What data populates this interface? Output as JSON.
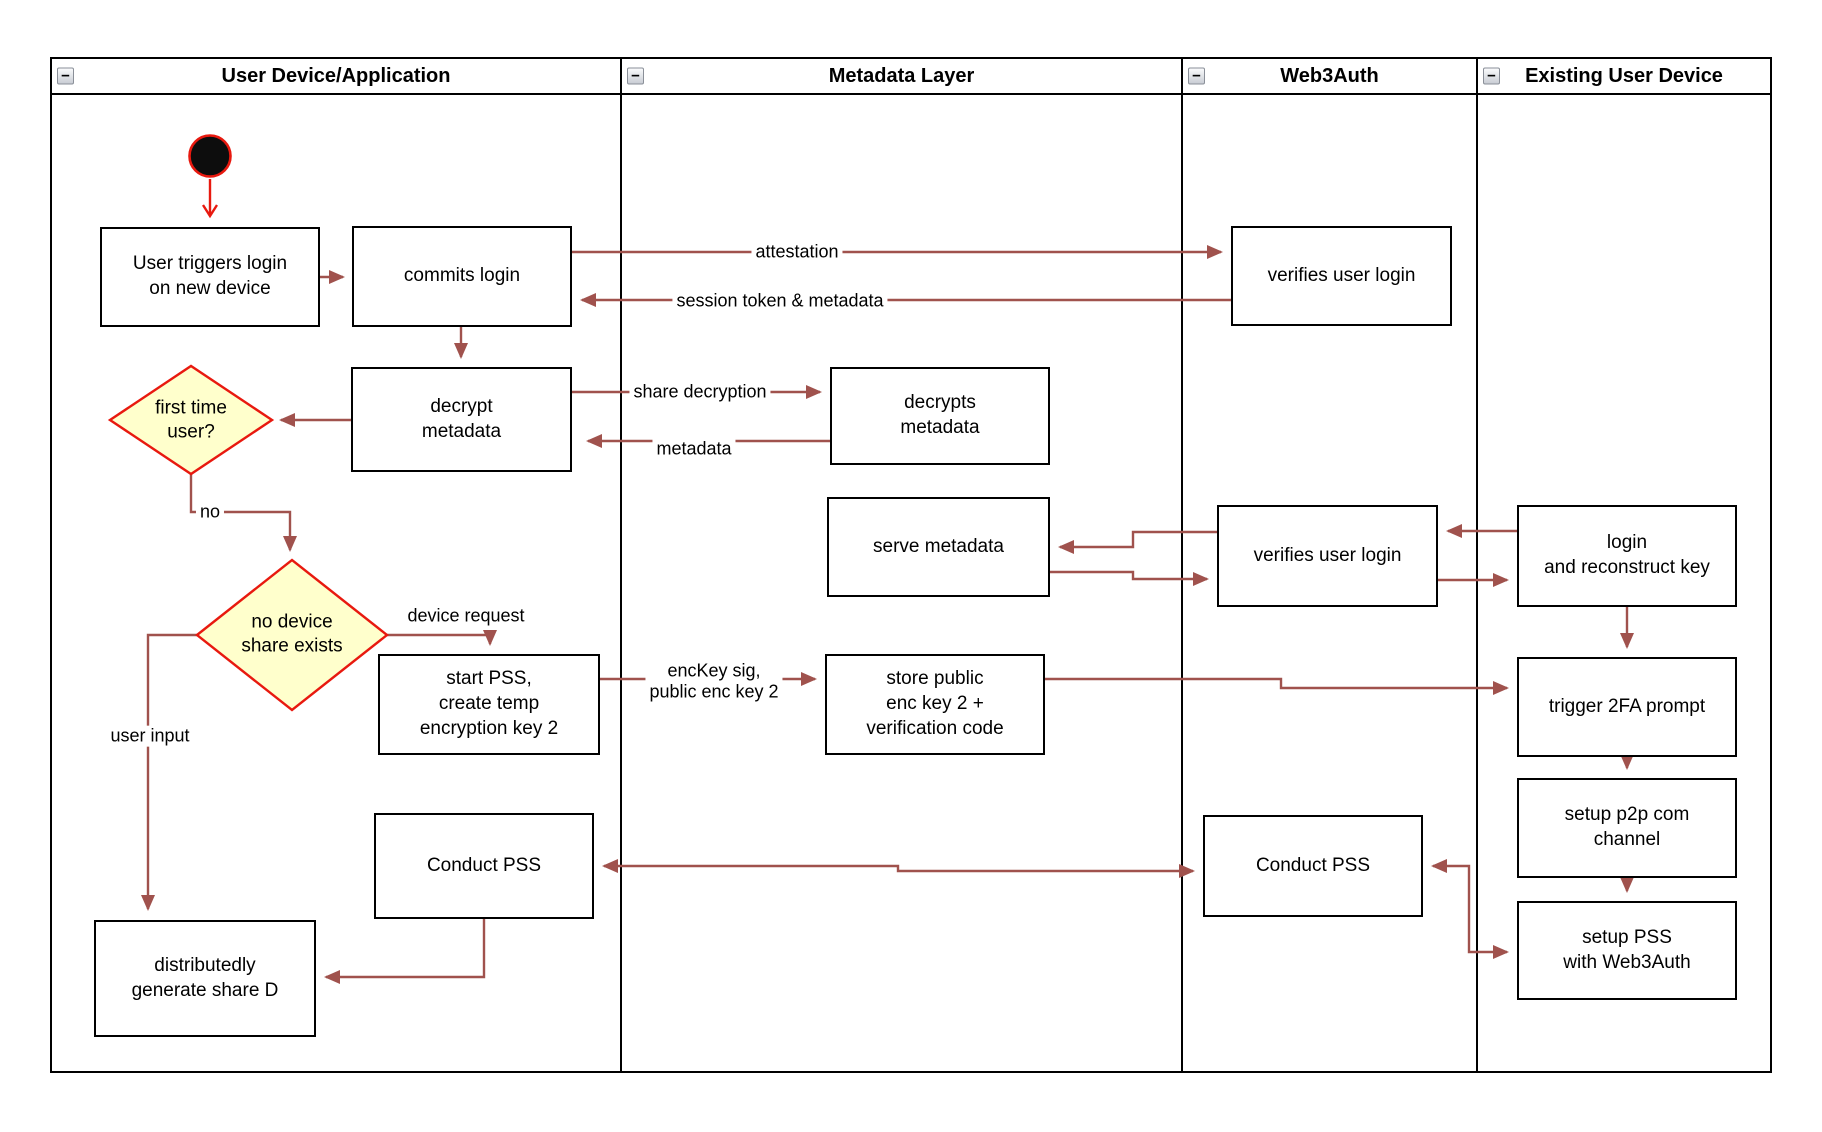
{
  "diagram": {
    "collapse_icon": "−",
    "lanes": [
      {
        "title": "User Device/Application"
      },
      {
        "title": "Metadata Layer"
      },
      {
        "title": "Web3Auth"
      },
      {
        "title": "Existing User Device"
      }
    ],
    "nodes": {
      "user_triggers": "User triggers login\non new device",
      "commits_login": "commits login",
      "decrypt_metadata": "decrypt\nmetadata",
      "decrypts_metadata": "decrypts\nmetadata",
      "serve_metadata": "serve metadata",
      "verifies_user_login_1": "verifies user login",
      "verifies_user_login_2": "verifies user login",
      "login_reconstruct": "login\nand reconstruct key",
      "start_pss": "start PSS,\ncreate temp\nencryption key 2",
      "store_public": "store public\nenc key 2 +\nverification code",
      "trigger_2fa": "trigger 2FA prompt",
      "setup_p2p": "setup p2p com\nchannel",
      "setup_pss": "setup PSS\nwith Web3Auth",
      "conduct_pss_user": "Conduct PSS",
      "conduct_pss_web3": "Conduct PSS",
      "distributed_share": "distributedly\ngenerate share D"
    },
    "decisions": {
      "first_time_user": "first time\nuser?",
      "no_device_share": "no device\nshare exists"
    },
    "edge_labels": {
      "attestation": "attestation",
      "session_token": "session token & metadata",
      "share_decryption": "share decryption",
      "metadata": "metadata",
      "no": "no",
      "device_request": "device request",
      "enckey_sig": "encKey sig,\npublic enc key 2",
      "user_input": "user input"
    },
    "colors": {
      "arrow": "#A0524D",
      "accent_red": "#E8190F",
      "decision_fill": "#FFFFCC",
      "node_border": "#000000",
      "node_fill": "#FFFFFF"
    }
  }
}
